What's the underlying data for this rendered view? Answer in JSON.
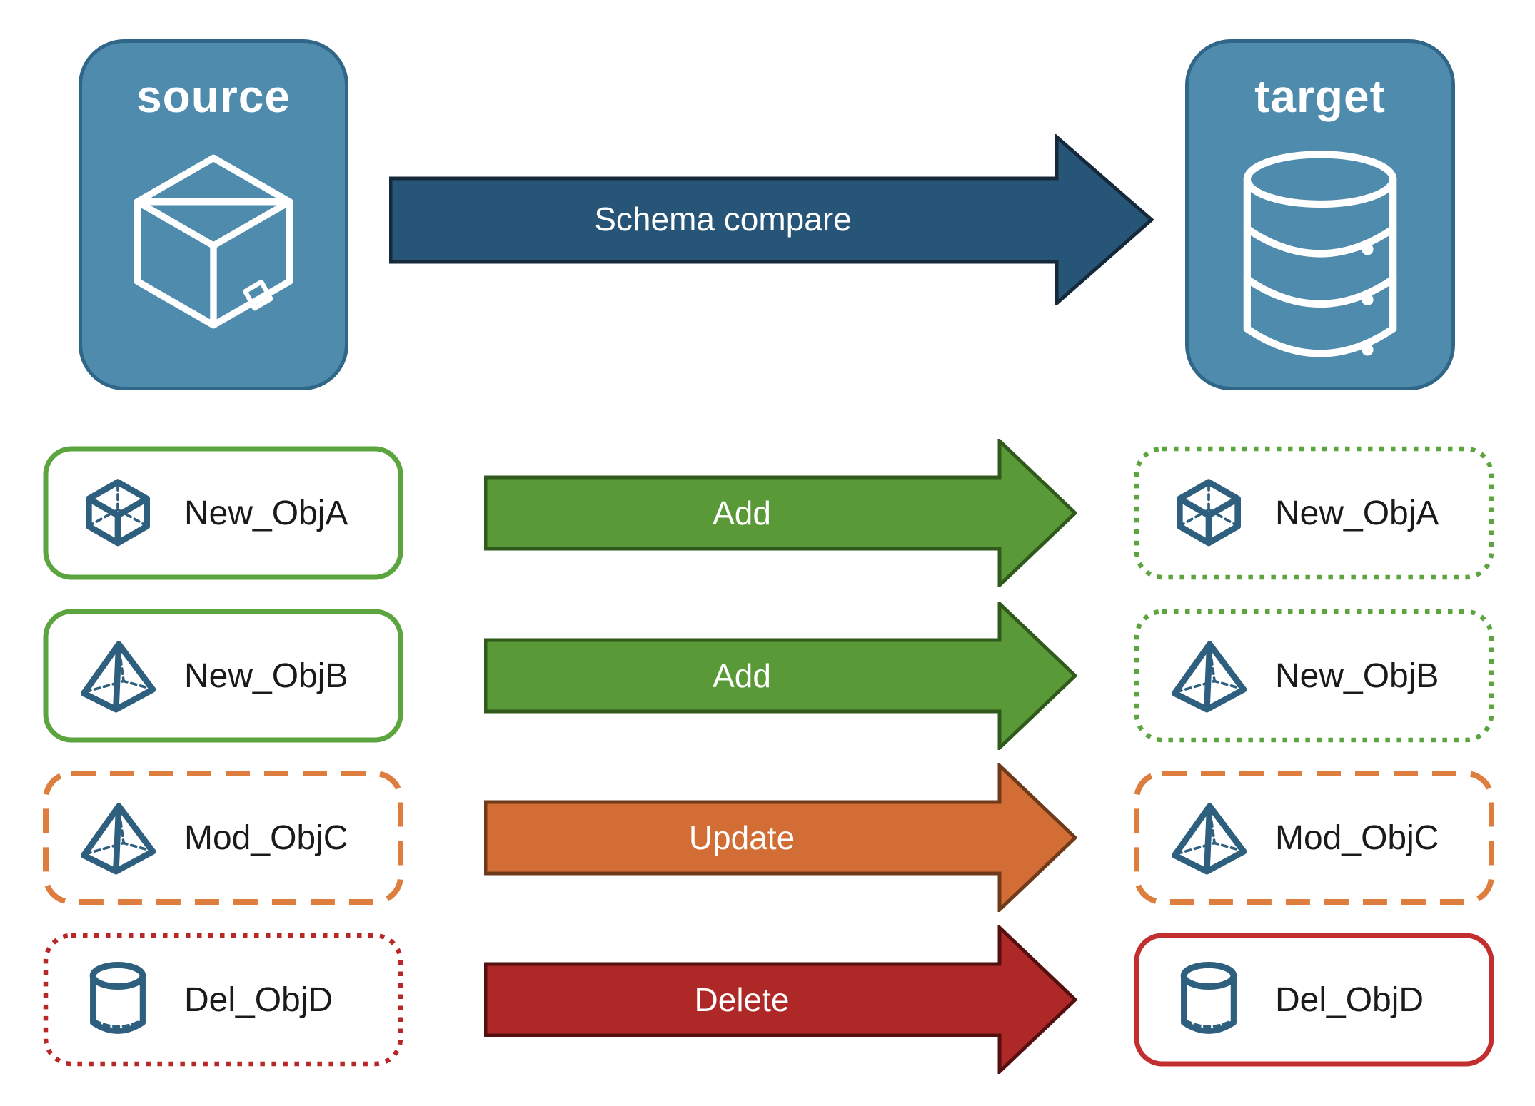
{
  "panels": {
    "source": {
      "title": "source"
    },
    "target": {
      "title": "target"
    }
  },
  "schema_arrow": {
    "label": "Schema compare",
    "fill": "#275577",
    "outline": "#15293B"
  },
  "rows": [
    {
      "name": "New_ObjA",
      "icon": "cube",
      "action": "Add",
      "arrow_fill": "#599937",
      "arrow_outline": "#2F5A1B",
      "source_border_color": "#5CA53E",
      "source_border_style": "solid",
      "target_border_color": "#5CA53E",
      "target_border_style": "dotted"
    },
    {
      "name": "New_ObjB",
      "icon": "pyramid",
      "action": "Add",
      "arrow_fill": "#599937",
      "arrow_outline": "#2F5A1B",
      "source_border_color": "#5CA53E",
      "source_border_style": "solid",
      "target_border_color": "#5CA53E",
      "target_border_style": "dotted"
    },
    {
      "name": "Mod_ObjC",
      "icon": "pyramid",
      "action": "Update",
      "arrow_fill": "#D26E35",
      "arrow_outline": "#6E3A1A",
      "source_border_color": "#DD7E3F",
      "source_border_style": "dashed",
      "target_border_color": "#DD7E3F",
      "target_border_style": "dashed"
    },
    {
      "name": "Del_ObjD",
      "icon": "cylinder",
      "action": "Delete",
      "arrow_fill": "#AE2827",
      "arrow_outline": "#541010",
      "source_border_color": "#B82626",
      "source_border_style": "dotted",
      "target_border_color": "#C22F2E",
      "target_border_style": "solid"
    }
  ],
  "colors": {
    "panel_fill": "#4E8BAD",
    "panel_border": "#306688",
    "panel_icon_stroke": "#FFFFFF",
    "object_icon_stroke": "#2F5F7E",
    "label_text": "#1A1A1A",
    "background": "#FFFFFF"
  }
}
